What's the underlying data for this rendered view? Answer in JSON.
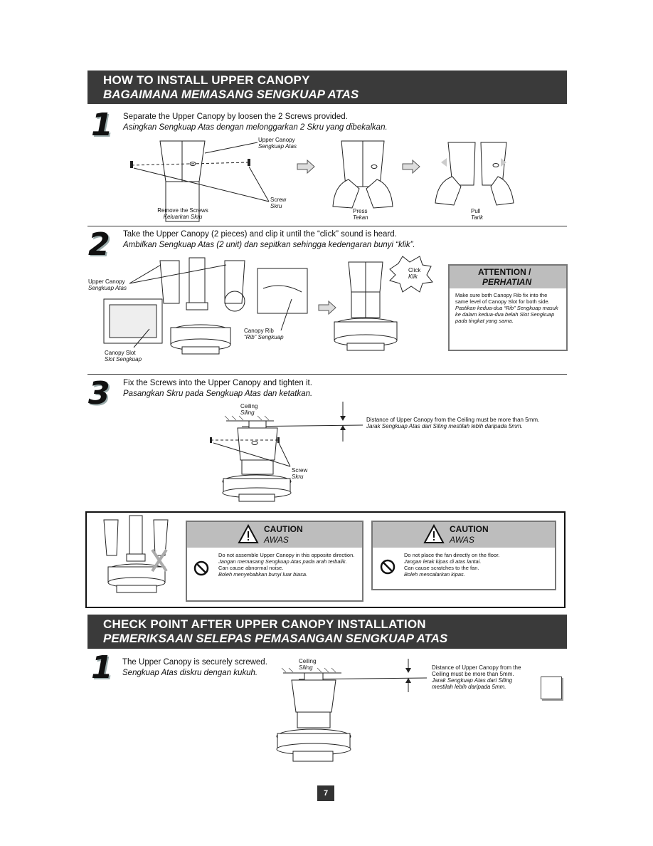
{
  "section1": {
    "title_en": "HOW TO INSTALL UPPER CANOPY",
    "title_ms": "BAGAIMANA MEMASANG SENGKUAP ATAS"
  },
  "step1": {
    "number": "1",
    "text_en": "Separate the Upper Canopy by loosen the 2 Screws provided.",
    "text_ms": "Asingkan Sengkuap Atas dengan melonggarkan 2 Skru yang dibekalkan.",
    "label_upper_canopy": "Upper Canopy",
    "label_upper_canopy_ms": "Sengkuap Atas",
    "label_screw": "Screw",
    "label_screw_ms": "Skru",
    "label_remove": "Remove the Screws",
    "label_remove_ms": "Keluarkan Skru",
    "label_press": "Press",
    "label_press_ms": "Tekan",
    "label_pull": "Pull",
    "label_pull_ms": "Tarik"
  },
  "step2": {
    "number": "2",
    "text_en": "Take the Upper Canopy (2 pieces) and clip it until the “click” sound is heard.",
    "text_ms": "Ambilkan Sengkuap Atas (2 unit) dan sepitkan sehingga kedengaran bunyi “klik”.",
    "label_upper_canopy": "Upper Canopy",
    "label_upper_canopy_ms": "Sengkuap Atas",
    "label_slot": "Canopy Slot",
    "label_slot_ms": "Slot Sengkuap",
    "label_rib": "Canopy Rib",
    "label_rib_ms": "“Rib” Sengkuap",
    "label_click": "Click",
    "label_click_ms": "Klik",
    "attention_title": "ATTENTION /",
    "attention_title_ms": "PERHATIAN",
    "attention_en": "Make sure both Canopy Rib fix into the same level of Canopy Slot for both side.",
    "attention_ms": "Pastikan kedua-dua “Rib” Sengkuap masuk ke dalam kedua-dua belah Slot Sengkuap pada tingkat yang sama."
  },
  "step3": {
    "number": "3",
    "text_en": "Fix the Screws into the Upper Canopy and tighten it.",
    "text_ms": "Pasangkan Skru pada Sengkuap Atas dan ketatkan.",
    "label_ceiling": "Ceiling",
    "label_ceiling_ms": "Siling",
    "label_screw": "Screw",
    "label_screw_ms": "Skru",
    "distance_en": "Distance of Upper Canopy from the Ceiling must be more than 5mm.",
    "distance_ms": "Jarak Sengkuap Atas dari Siling mestilah lebih daripada 5mm."
  },
  "caution1": {
    "title": "CAUTION",
    "title_ms": "AWAS",
    "line1": "Do not assemble Upper Canopy in this opposite direction.",
    "line2": "Jangan memasang Sengkuap Atas pada arah terbalik.",
    "line3": "Can cause abnormal noise.",
    "line4": "Boleh menyebabkan bunyi luar biasa."
  },
  "caution2": {
    "title": "CAUTION",
    "title_ms": "AWAS",
    "line1": "Do not place the fan directly on the floor.",
    "line2": "Jangan letak kipas di atas lantai.",
    "line3": "Can cause scratches to the fan.",
    "line4": "Boleh mencalarkan kipas."
  },
  "section2": {
    "title_en": "CHECK POINT AFTER UPPER CANOPY INSTALLATION",
    "title_ms": "PEMERIKSAAN SELEPAS PEMASANGAN SENGKUAP ATAS"
  },
  "check1": {
    "number": "1",
    "text_en": "The Upper Canopy is securely screwed.",
    "text_ms": "Sengkuap Atas diskru dengan kukuh.",
    "label_ceiling": "Ceiling",
    "label_ceiling_ms": "Siling",
    "distance_l1": "Distance of Upper Canopy from the",
    "distance_l2": "Ceiling must be more than 5mm.",
    "distance_l3": "Jarak Sengkuap Atas dari Siling",
    "distance_l4": "mestilah lebih daripada 5mm."
  },
  "page_number": "7"
}
